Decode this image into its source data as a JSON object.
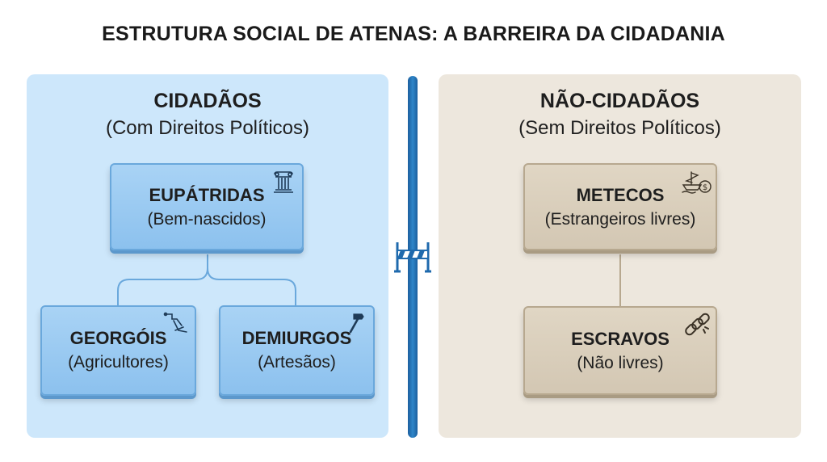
{
  "title": "ESTRUTURA SOCIAL DE ATENAS: A BARREIRA DA CIDADANIA",
  "left": {
    "heading": "CIDADÃOS",
    "subheading": "(Com Direitos Políticos)",
    "top_box": {
      "name": "EUPÁTRIDAS",
      "desc": "(Bem-nascidos)",
      "icon": "greek-column-icon"
    },
    "bottom_left": {
      "name": "GEORGÓIS",
      "desc": "(Agricultores)",
      "icon": "plow-icon"
    },
    "bottom_right": {
      "name": "DEMIURGOS",
      "desc": "(Artesãos)",
      "icon": "hammer-icon"
    }
  },
  "right": {
    "heading": "NÃO-CIDADÃOS",
    "subheading": "(Sem Direitos Políticos)",
    "top_box": {
      "name": "METECOS",
      "desc": "(Estrangeiros livres)",
      "icon": "ship-coin-icon"
    },
    "bottom_box": {
      "name": "ESCRAVOS",
      "desc": "(Não livres)",
      "icon": "broken-chain-icon"
    }
  },
  "divider": {
    "icon": "barrier-icon"
  },
  "colors": {
    "left_panel": "#cde7fb",
    "right_panel": "#ede7dd",
    "blue_box": "#9ccbf2",
    "tan_box": "#d9cebb",
    "divider": "#2f86c9"
  }
}
